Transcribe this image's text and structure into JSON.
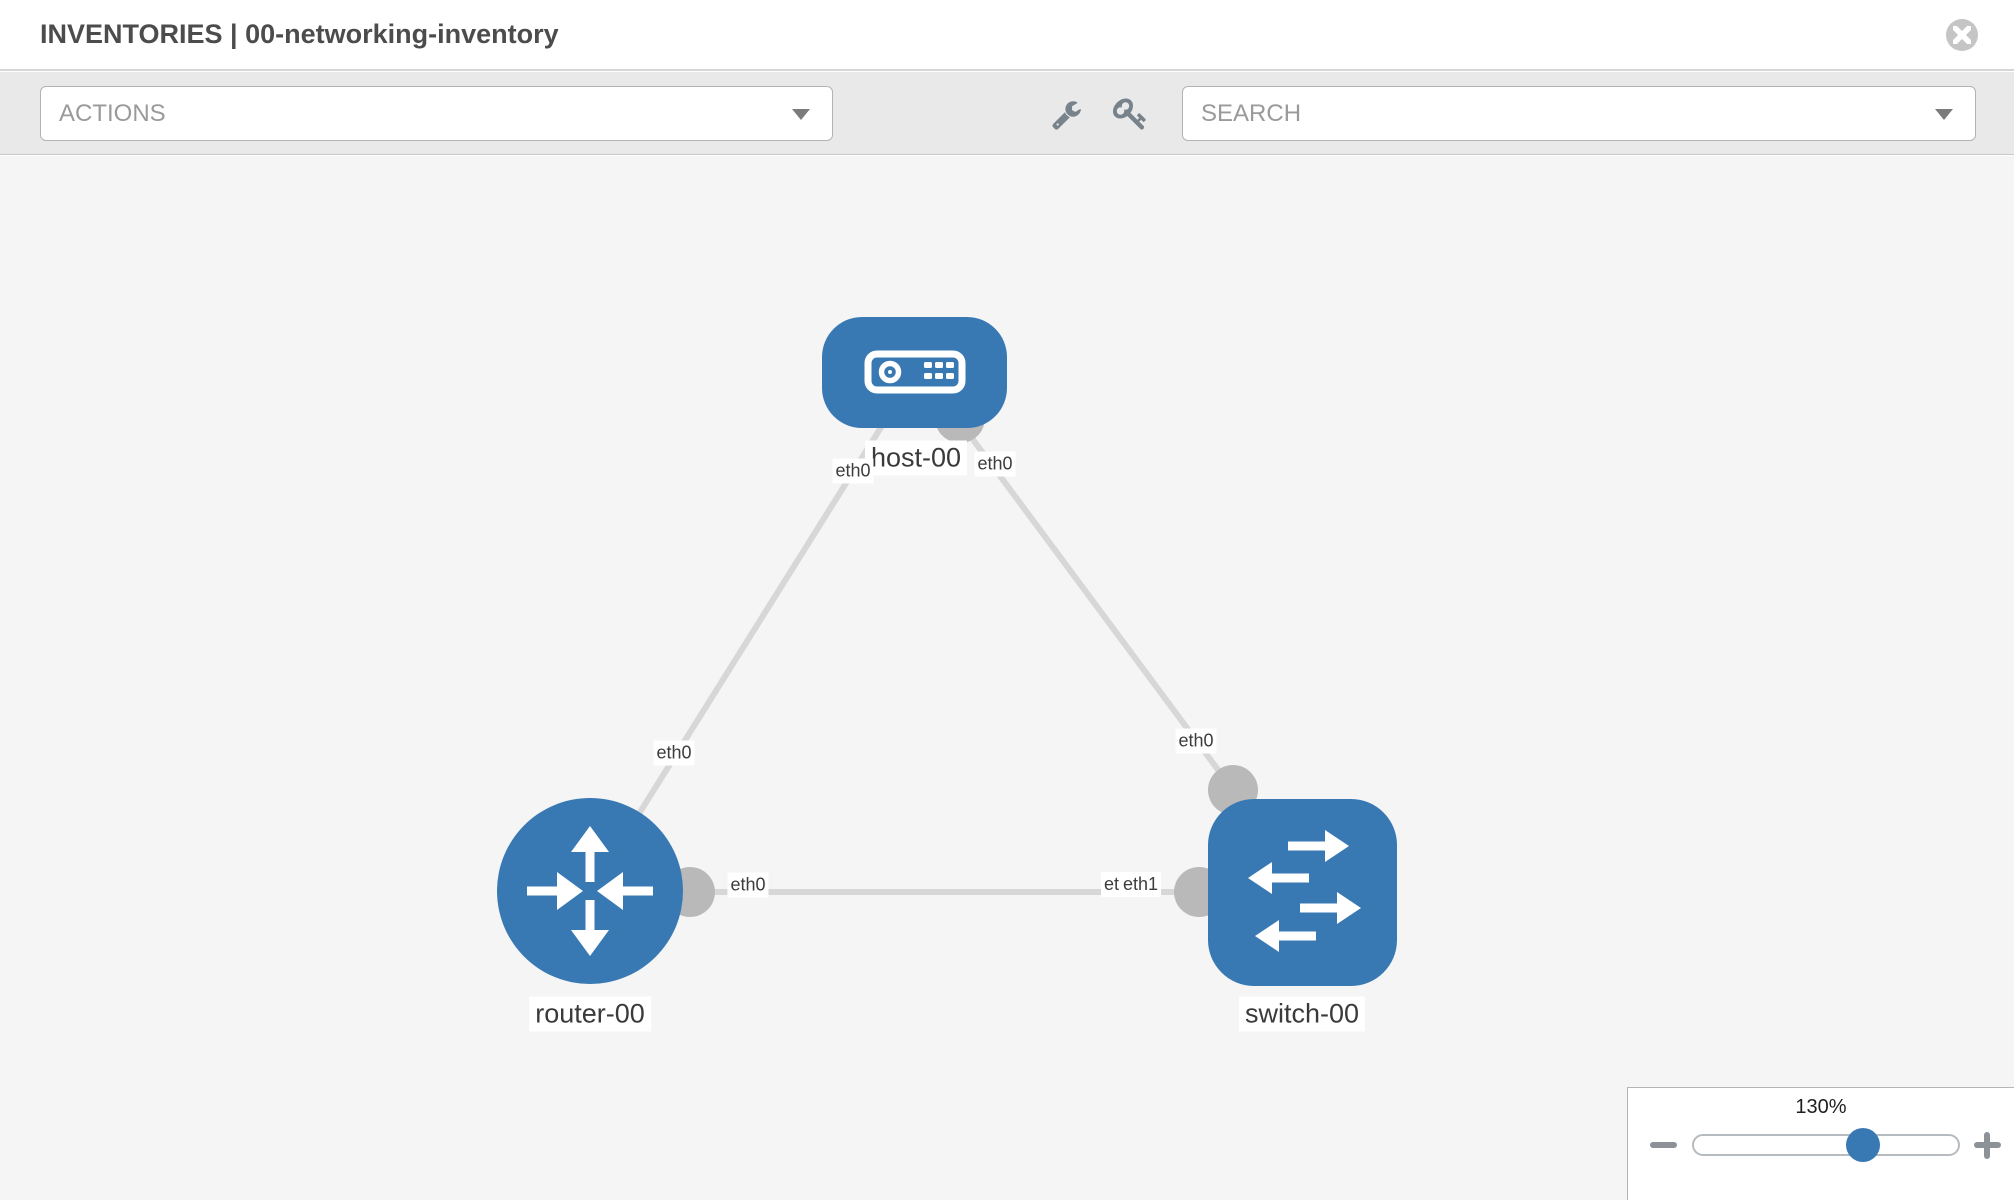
{
  "header": {
    "title": "INVENTORIES | 00-networking-inventory"
  },
  "toolbar": {
    "actions_label": "ACTIONS",
    "search_label": "SEARCH"
  },
  "topology": {
    "nodes": [
      {
        "label": "host-00",
        "type": "host"
      },
      {
        "label": "router-00",
        "type": "router"
      },
      {
        "label": "switch-00",
        "type": "switch"
      }
    ],
    "links": [
      {
        "from": "host-00",
        "to": "router-00",
        "from_interface": "eth0",
        "to_interface": "eth0"
      },
      {
        "from": "host-00",
        "to": "switch-00",
        "from_interface": "eth0",
        "to_interface": "eth0"
      },
      {
        "from": "router-00",
        "to": "switch-00",
        "from_interface": "eth0",
        "to_interface": "eth1",
        "overlapped_interface_label": "eth0"
      }
    ]
  },
  "zoom_control": {
    "level": "130%"
  },
  "colors": {
    "node_blue": "#3879b4",
    "link_gray": "#d7d7d7",
    "port_gray": "#b9b9b9",
    "canvas_bg": "#f5f5f5",
    "toolbar_bg": "#e9e9e9"
  }
}
